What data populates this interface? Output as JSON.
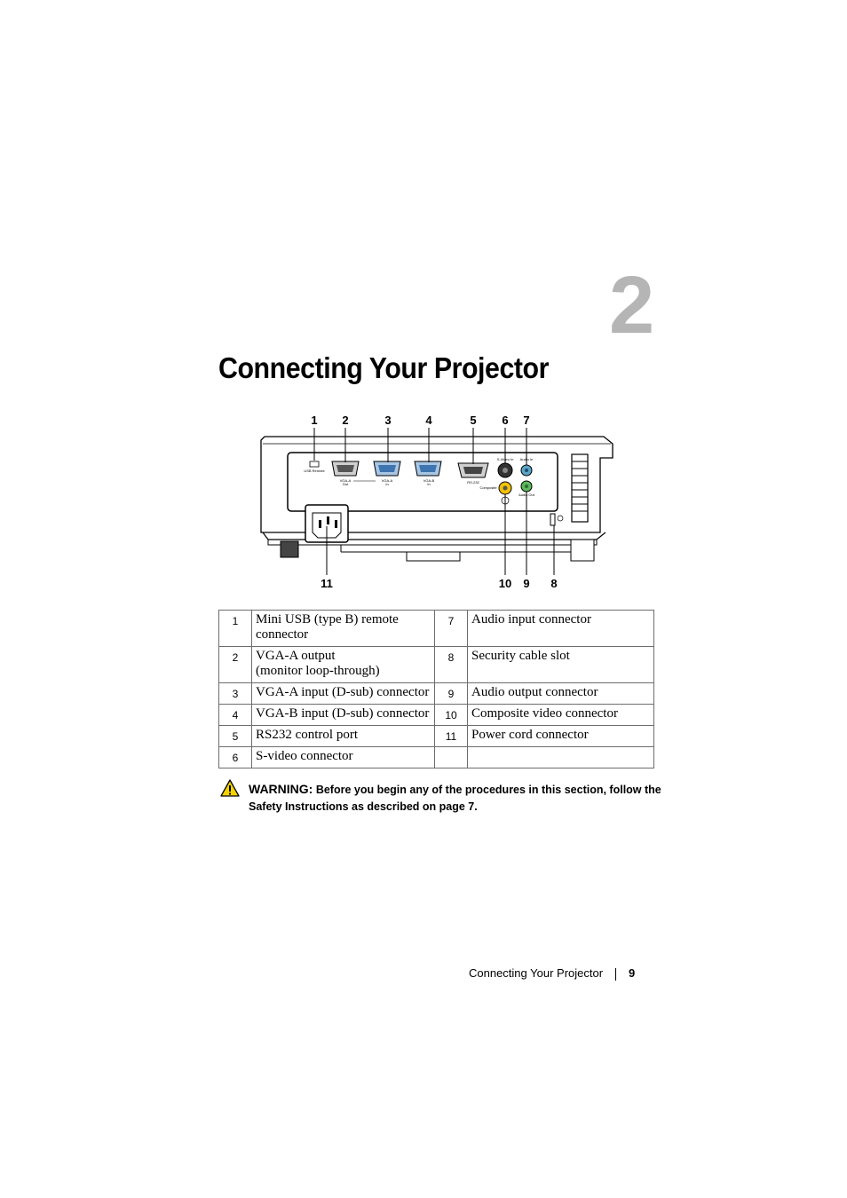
{
  "chapter": {
    "number": "2",
    "title": "Connecting Your Projector"
  },
  "figure": {
    "callouts_top": [
      "1",
      "2",
      "3",
      "4",
      "5",
      "6",
      "7"
    ],
    "callouts_bottom": [
      "11",
      "10",
      "9",
      "8"
    ],
    "port_labels": {
      "usb": "USB Remote",
      "vga_a_out": "VGA-A",
      "vga_a_out_sub": "Out",
      "vga_a_in": "VGA-A",
      "vga_a_in_sub": "In",
      "vga_b_in": "VGA-B",
      "vga_b_in_sub": "In",
      "rs232": "RS-232",
      "svideo": "S-Video In",
      "audio_in": "Audio In",
      "composite": "Composite",
      "audio_out": "Audio Out"
    }
  },
  "legend": {
    "rows": [
      {
        "n1": "1",
        "d1": "Mini USB (type B) remote connector",
        "n2": "7",
        "d2": "Audio input connector"
      },
      {
        "n1": "2",
        "d1": "VGA-A output",
        "d1b": "(monitor loop-through)",
        "n2": "8",
        "d2": "Security cable slot"
      },
      {
        "n1": "3",
        "d1": "VGA-A input (D-sub) connector",
        "n2": "9",
        "d2": "Audio output connector"
      },
      {
        "n1": "4",
        "d1": "VGA-B input (D-sub) connector",
        "n2": "10",
        "d2": "Composite video connector"
      },
      {
        "n1": "5",
        "d1": "RS232 control port",
        "n2": "11",
        "d2": "Power cord connector"
      },
      {
        "n1": "6",
        "d1": "S-video connector",
        "n2": "",
        "d2": ""
      }
    ]
  },
  "warning": {
    "label": "WARNING:",
    "text": "Before you begin any of the procedures in this section, follow the Safety Instructions as described on page 7."
  },
  "footer": {
    "section": "Connecting Your Projector",
    "page": "9"
  }
}
